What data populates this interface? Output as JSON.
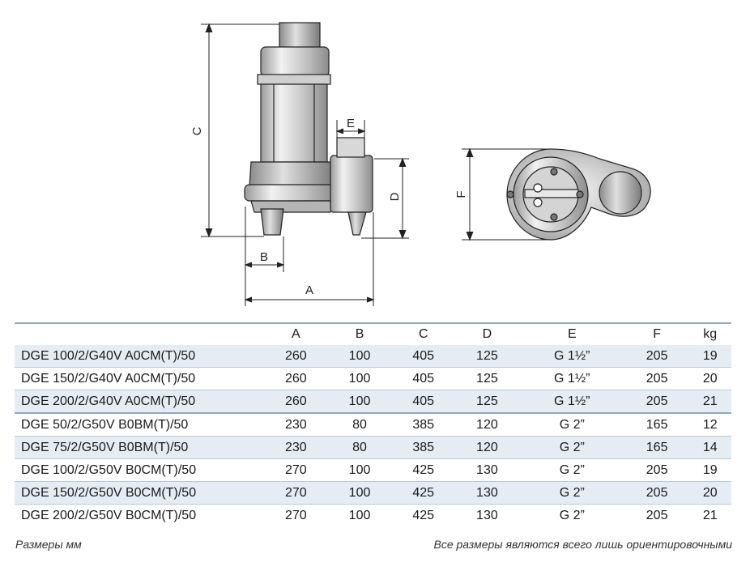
{
  "dimension_labels": {
    "a": "A",
    "b": "B",
    "c": "C",
    "d": "D",
    "e": "E",
    "f": "F"
  },
  "table": {
    "headers": [
      "",
      "A",
      "B",
      "C",
      "D",
      "E",
      "F",
      "kg"
    ],
    "rows": [
      [
        "DGE 100/2/G40V A0CM(T)/50",
        "260",
        "100",
        "405",
        "125",
        "G 1½”",
        "205",
        "19"
      ],
      [
        "DGE 150/2/G40V A0CM(T)/50",
        "260",
        "100",
        "405",
        "125",
        "G 1½”",
        "205",
        "20"
      ],
      [
        "DGE 200/2/G40V A0CM(T)/50",
        "260",
        "100",
        "405",
        "125",
        "G 1½”",
        "205",
        "21"
      ],
      [
        "DGE 50/2/G50V B0BM(T)/50",
        "230",
        "80",
        "385",
        "120",
        "G 2”",
        "165",
        "12"
      ],
      [
        "DGE 75/2/G50V B0BM(T)/50",
        "230",
        "80",
        "385",
        "120",
        "G 2”",
        "165",
        "14"
      ],
      [
        "DGE 100/2/G50V B0CM(T)/50",
        "270",
        "100",
        "425",
        "130",
        "G 2”",
        "205",
        "19"
      ],
      [
        "DGE 150/2/G50V B0CM(T)/50",
        "270",
        "100",
        "425",
        "130",
        "G 2”",
        "205",
        "20"
      ],
      [
        "DGE 200/2/G50V B0CM(T)/50",
        "270",
        "100",
        "425",
        "130",
        "G 2”",
        "205",
        "21"
      ]
    ]
  },
  "footer": {
    "left": "Размеры мм",
    "right": "Все размеры являются всего лишь ориентировочными"
  }
}
